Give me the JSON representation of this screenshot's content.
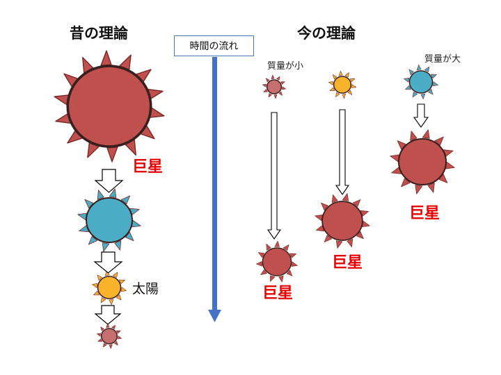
{
  "old_theory": {
    "title": "昔の理論",
    "giant_label": "巨星",
    "sun_label": "太陽"
  },
  "time_flow": {
    "label": "時間の流れ"
  },
  "new_theory": {
    "title": "今の理論",
    "small_mass_label": "質量が小",
    "large_mass_label": "質量が大",
    "giant_label_1": "巨星",
    "giant_label_2": "巨星",
    "giant_label_3": "巨星"
  },
  "colors": {
    "giant_red": "#c0504d",
    "blue_star": "#4bacc6",
    "sun_yellow": "#f9b42c",
    "dwarf_pink": "#c76e6e",
    "spike_red": "#c0504d",
    "spike_blue": "#4bacc6",
    "spike_yellow": "#f9b42c",
    "time_arrow": "#4472c4",
    "label_red": "#e60000"
  }
}
